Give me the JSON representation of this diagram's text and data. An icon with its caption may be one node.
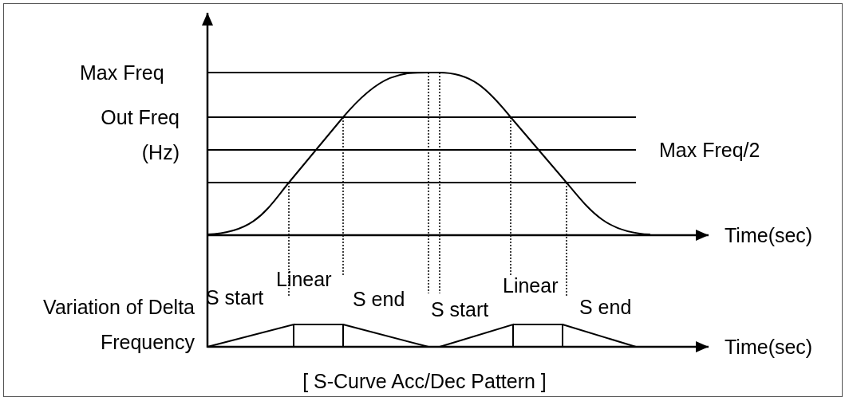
{
  "diagram": {
    "caption": "[ S-Curve Acc/Dec Pattern ]",
    "labels": [
      "Max Freq",
      "Out Freq (Hz)",
      "Max Freq/2",
      "Time(sec)",
      "S start",
      "Linear",
      "S end",
      "S start",
      "Linear",
      "S end",
      "Variation of Delta Frequency",
      "Time(sec)"
    ]
  }
}
